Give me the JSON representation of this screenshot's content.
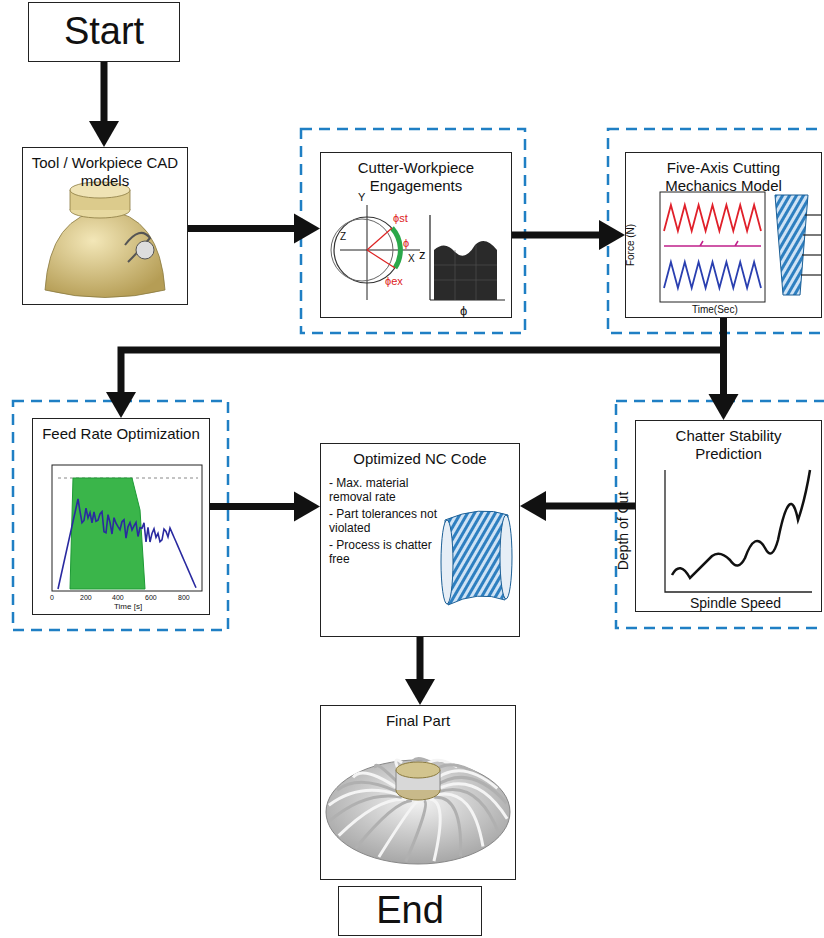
{
  "diagram": {
    "nodes": [
      {
        "text": [
          "Start"
        ]
      },
      {
        "text": [
          "Tool / Workpiece CAD models"
        ]
      },
      {
        "text": [
          "Cutter-Workpiece Engagements"
        ]
      },
      {
        "text": [
          "Five-Axis Cutting Mechanics Model"
        ]
      },
      {
        "text": [
          "Feed Rate Optimization"
        ]
      },
      {
        "text": [
          "Optimized NC Code",
          "- Max. material removal rate",
          "- Part tolerances not violated",
          "- Process is chatter free"
        ]
      },
      {
        "text": [
          "Chatter Stability Prediction"
        ]
      },
      {
        "text": [
          "Final Part"
        ]
      },
      {
        "text": [
          "End"
        ]
      }
    ],
    "edges": [
      {
        "from": 0,
        "to": 1,
        "arrow": "to"
      },
      {
        "from": 1,
        "to": 2,
        "arrow": "to"
      },
      {
        "from": 2,
        "to": 3,
        "arrow": "to"
      },
      {
        "from": 3,
        "to": 4,
        "arrow": "to"
      },
      {
        "from": 3,
        "to": 6,
        "arrow": "to"
      },
      {
        "from": 4,
        "to": 5,
        "arrow": "to"
      },
      {
        "from": 6,
        "to": 5,
        "arrow": "to"
      },
      {
        "from": 5,
        "to": 7,
        "arrow": "to"
      }
    ],
    "labels": [
      "Y",
      "ϕst",
      "ϕ",
      "Z",
      "X",
      "ϕex",
      "z",
      "ϕ",
      "Force (N)",
      "Time(Sec)",
      "0",
      "200",
      "400",
      "600",
      "800",
      "Time [s]",
      "Depth of Cut",
      "Spindle Speed"
    ]
  }
}
